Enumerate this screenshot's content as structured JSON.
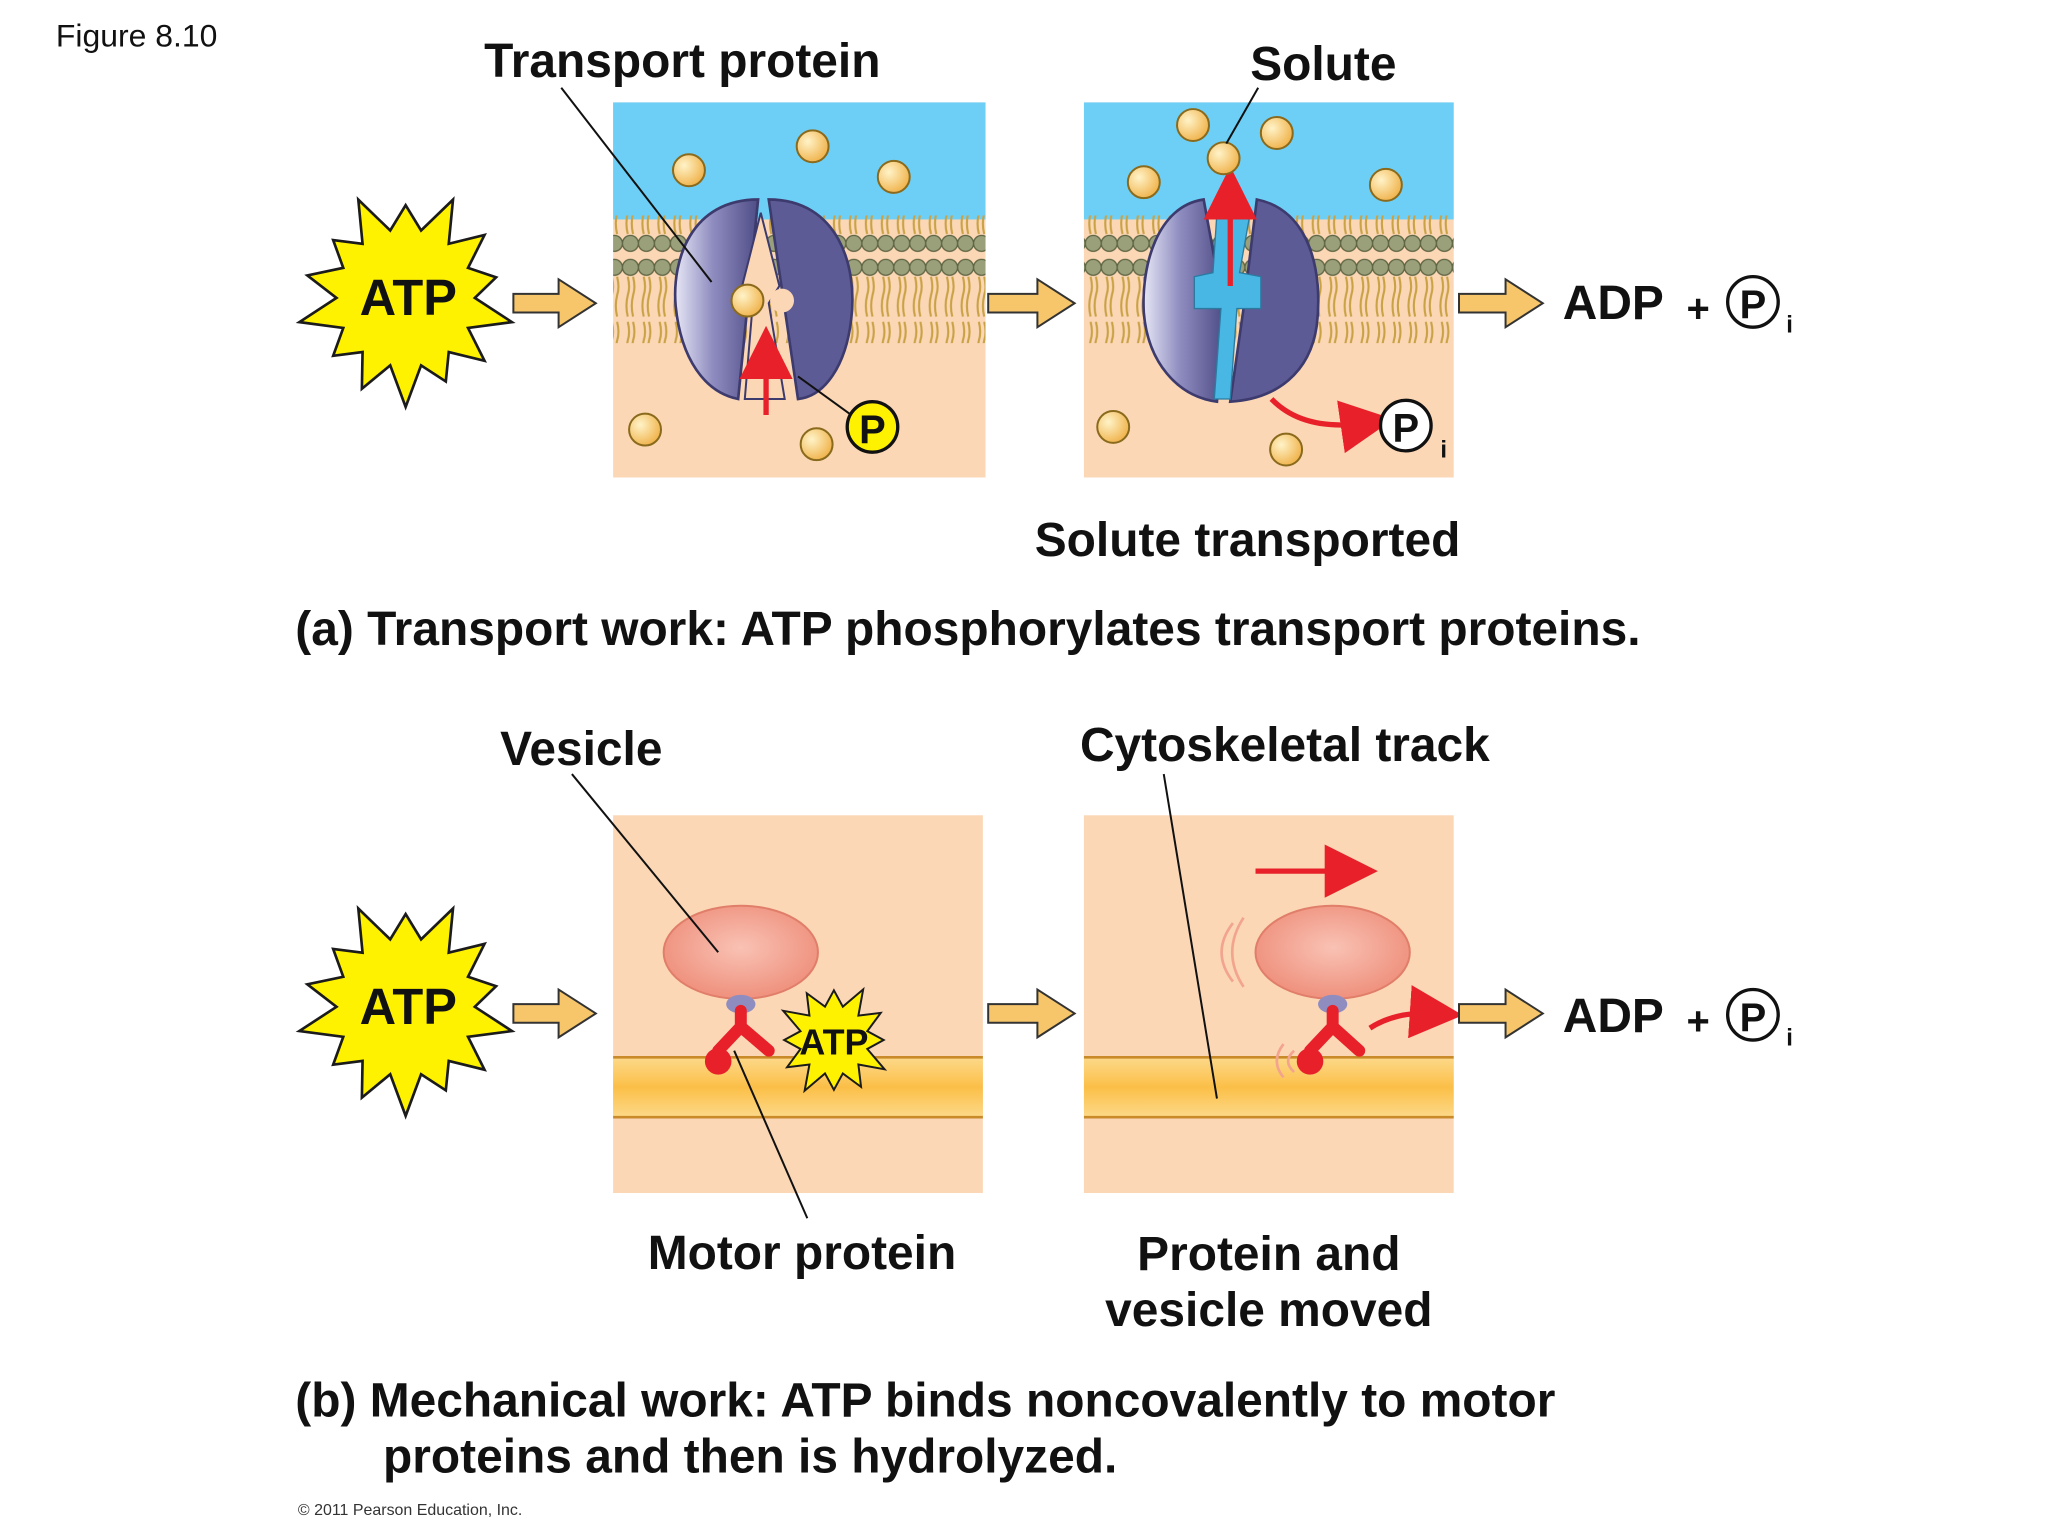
{
  "figure_label": "Figure 8.10",
  "panel_a": {
    "label_transport_protein": "Transport protein",
    "label_solute": "Solute",
    "atp": "ATP",
    "phosphate": "P",
    "phosphate_sub": "i",
    "product_adp": "ADP",
    "plus": "+",
    "label_solute_transported": "Solute transported",
    "caption": "(a) Transport work: ATP phosphorylates transport proteins."
  },
  "panel_b": {
    "label_vesicle": "Vesicle",
    "label_cytoskeletal_track": "Cytoskeletal track",
    "atp": "ATP",
    "atp_small": "ATP",
    "product_adp": "ADP",
    "plus": "+",
    "phosphate": "P",
    "phosphate_sub": "i",
    "label_motor_protein": "Motor protein",
    "label_moved_line1": "Protein and",
    "label_moved_line2": "vesicle moved",
    "caption_line1": "(b) Mechanical work: ATP binds noncovalently to motor",
    "caption_line2": "proteins and then is hydrolyzed."
  },
  "copyright": "© 2011 Pearson Education, Inc.",
  "colors": {
    "extracellular": "#6ecff6",
    "cytoplasm": "#fbd7b5",
    "membrane_head": "#9aa07a",
    "membrane_tail": "#e9c46a",
    "protein": "#7a78b0",
    "solute": "#f8c75e",
    "atp_burst": "#fff200",
    "arrow_fill": "#f7c66b",
    "red_arrow": "#e8202a",
    "vesicle": "#f4a08f",
    "track": "#fbc85f",
    "motor": "#e8202a"
  }
}
